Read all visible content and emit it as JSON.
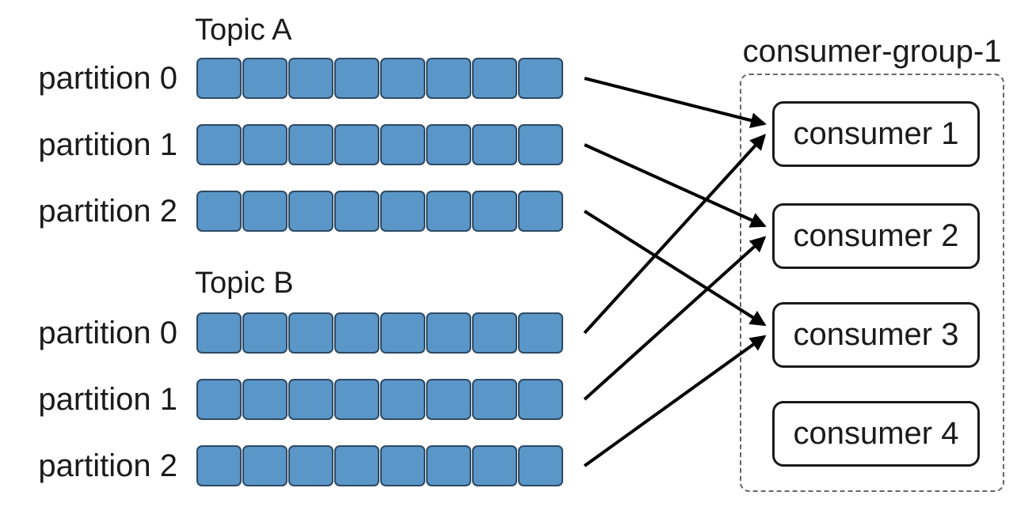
{
  "topics": [
    {
      "id": "topic-a",
      "name": "Topic A",
      "partitions": [
        {
          "label": "partition 0",
          "messages": 8
        },
        {
          "label": "partition 1",
          "messages": 8
        },
        {
          "label": "partition 2",
          "messages": 8
        }
      ]
    },
    {
      "id": "topic-b",
      "name": "Topic B",
      "partitions": [
        {
          "label": "partition 0",
          "messages": 8
        },
        {
          "label": "partition 1",
          "messages": 8
        },
        {
          "label": "partition 2",
          "messages": 8
        }
      ]
    }
  ],
  "consumer_group": {
    "title": "consumer-group-1",
    "consumers": [
      {
        "id": "consumer-1",
        "label": "consumer 1"
      },
      {
        "id": "consumer-2",
        "label": "consumer 2"
      },
      {
        "id": "consumer-3",
        "label": "consumer 3"
      },
      {
        "id": "consumer-4",
        "label": "consumer 4"
      }
    ]
  },
  "connections": [
    {
      "topic": 0,
      "partition": 0,
      "consumer": 0,
      "from": "Topic A / partition 0",
      "to": "consumer 1"
    },
    {
      "topic": 0,
      "partition": 1,
      "consumer": 1,
      "from": "Topic A / partition 1",
      "to": "consumer 2"
    },
    {
      "topic": 0,
      "partition": 2,
      "consumer": 2,
      "from": "Topic A / partition 2",
      "to": "consumer 3"
    },
    {
      "topic": 1,
      "partition": 0,
      "consumer": 0,
      "from": "Topic B / partition 0",
      "to": "consumer 1"
    },
    {
      "topic": 1,
      "partition": 1,
      "consumer": 1,
      "from": "Topic B / partition 1",
      "to": "consumer 2"
    },
    {
      "topic": 1,
      "partition": 2,
      "consumer": 2,
      "from": "Topic B / partition 2",
      "to": "consumer 3"
    }
  ],
  "colors": {
    "background": "#ffffff",
    "partition_fill": "#5b96c8",
    "partition_border": "#2e4a63",
    "arrow": "#000000",
    "consumer_box_border": "#1a1a1a",
    "group_border": "#666666",
    "text": "#1b1b1b"
  }
}
